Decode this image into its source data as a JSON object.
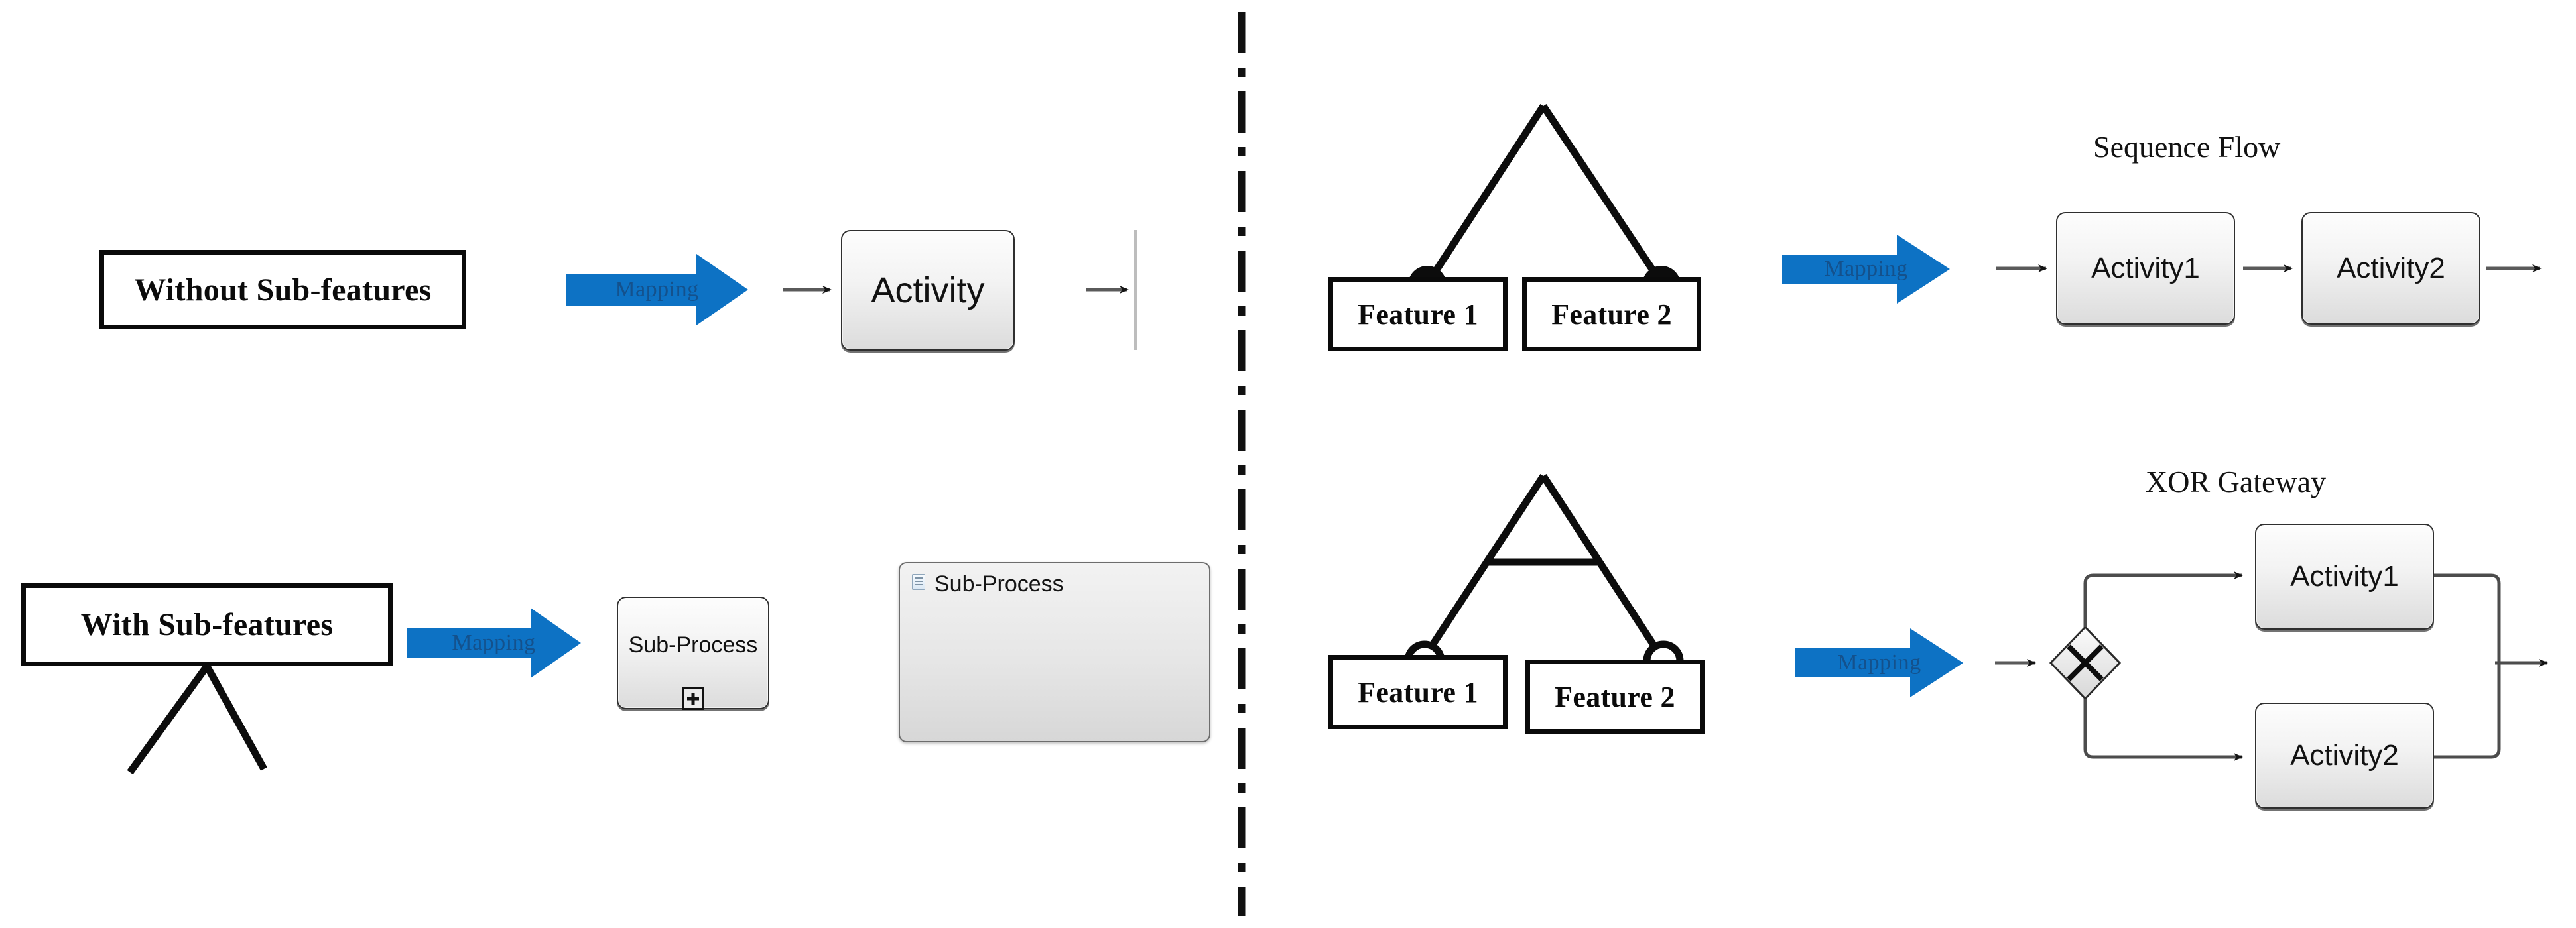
{
  "meta": {
    "title": "Mapping of feature model constructs to BPMN process constructs",
    "divider": "vertical-dash-dot-separator",
    "accent_blue": "#0D72C4",
    "mapping_label_color": "#14518C",
    "feature_box_border": "#0A0A0A",
    "bpmn_fill_top": "#FDFDFD",
    "bpmn_fill_bottom": "#DCDCDC",
    "connector_gray": "#5A5A5A"
  },
  "left_panel": {
    "rows": [
      {
        "id": "without-sub-features",
        "source_label": "Without Sub-features",
        "mapping_label": "Mapping",
        "target_label": "Activity",
        "target_kind": "bpmn-task"
      },
      {
        "id": "with-sub-features",
        "source_label": "With Sub-features",
        "mapping_label": "Mapping",
        "target_label": "Sub-Process",
        "target_kind": "bpmn-collapsed-subprocess",
        "marker": "plus",
        "expanded_label": "Sub-Process",
        "expanded_kind": "bpmn-expanded-subprocess",
        "expanded_nodes": [
          "start-event",
          "end-event"
        ]
      }
    ]
  },
  "right_panel": {
    "rows": [
      {
        "id": "mandatory-and-group",
        "group_type": "and-mandatory",
        "features": [
          "Feature 1",
          "Feature 2"
        ],
        "mapping_label": "Mapping",
        "caption": "Sequence Flow",
        "activities": [
          "Activity1",
          "Activity2"
        ]
      },
      {
        "id": "alternative-xor-group",
        "group_type": "alternative-xor",
        "features": [
          "Feature 1",
          "Feature 2"
        ],
        "mapping_label": "Mapping",
        "caption": "XOR Gateway",
        "gateway_symbol": "X",
        "activities": [
          "Activity1",
          "Activity2"
        ]
      }
    ]
  }
}
